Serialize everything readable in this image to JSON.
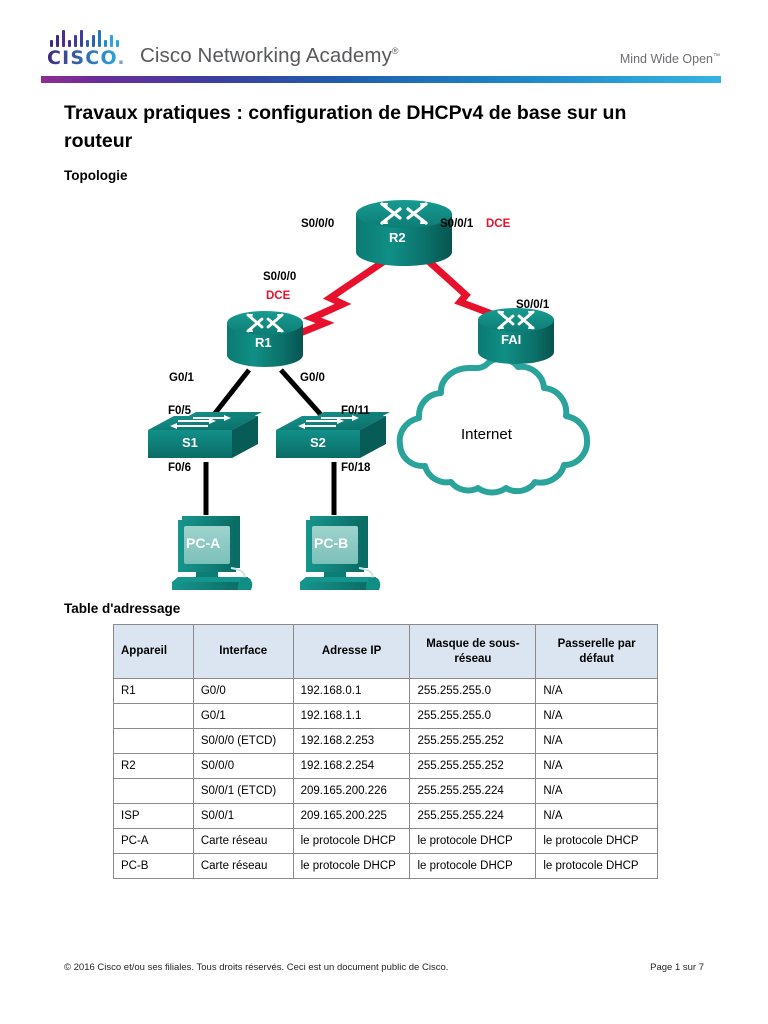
{
  "header": {
    "brand": "CISCO",
    "brand_dot": ".",
    "academy": "Cisco Networking Academy",
    "academy_mark": "®",
    "tagline": "Mind Wide Open",
    "tagline_mark": "™",
    "logo_bar_colors": [
      "#3f2a7e",
      "#4a2d8c",
      "#3a3f9e",
      "#2f62ad",
      "#2478bd",
      "#1f8fcf",
      "#2aa4dc"
    ],
    "gradient_start": "#8f2d91",
    "gradient_end": "#35b3e3"
  },
  "document": {
    "title": "Travaux pratiques : configuration de DHCPv4 de base sur un routeur",
    "topology_heading": "Topologie",
    "table_heading": "Table d'adressage"
  },
  "topology": {
    "devices": {
      "r2": "R2",
      "r1": "R1",
      "isp": "FAI",
      "s1": "S1",
      "s2": "S2",
      "pc_a": "PC-A",
      "pc_b": "PC-B",
      "cloud": "Internet"
    },
    "labels": {
      "r2_left_port": "S0/0/0",
      "r2_right_port": "S0/0/1",
      "r2_right_dce": "DCE",
      "r1_serial_port": "S0/0/0",
      "r1_serial_dce": "DCE",
      "isp_port": "S0/0/1",
      "r1_g01": "G0/1",
      "r1_g00": "G0/0",
      "s1_uplink": "F0/5",
      "s2_uplink": "F0/11",
      "s1_downlink": "F0/6",
      "s2_downlink": "F0/18"
    },
    "colors": {
      "device_teal": "#0f8e86",
      "device_teal_dark": "#046a63",
      "serial_link_red": "#e8112d",
      "ethernet_link_black": "#000000",
      "cloud_outline": "#2aa39b",
      "dce_red": "#e8112d"
    }
  },
  "address_table": {
    "columns": [
      "Appareil",
      "Interface",
      "Adresse IP",
      "Masque de sous-réseau",
      "Passerelle par défaut"
    ],
    "header_bg": "#dbe5f1",
    "rows": [
      [
        "R1",
        "G0/0",
        "192.168.0.1",
        "255.255.255.0",
        "N/A"
      ],
      [
        "",
        "G0/1",
        "192.168.1.1",
        "255.255.255.0",
        "N/A"
      ],
      [
        "",
        "S0/0/0 (ETCD)",
        "192.168.2.253",
        "255.255.255.252",
        "N/A"
      ],
      [
        "R2",
        "S0/0/0",
        "192.168.2.254",
        "255.255.255.252",
        "N/A"
      ],
      [
        "",
        "S0/0/1 (ETCD)",
        "209.165.200.226",
        "255.255.255.224",
        "N/A"
      ],
      [
        "ISP",
        "S0/0/1",
        "209.165.200.225",
        "255.255.255.224",
        "N/A"
      ],
      [
        "PC-A",
        "Carte réseau",
        "le protocole DHCP",
        "le protocole DHCP",
        "le protocole DHCP"
      ],
      [
        "PC-B",
        "Carte réseau",
        "le protocole DHCP",
        "le protocole DHCP",
        "le protocole DHCP"
      ]
    ]
  },
  "footer": {
    "copyright": "© 2016 Cisco et/ou ses filiales. Tous droits réservés. Ceci est un document public de Cisco.",
    "page": "Page 1 sur 7"
  }
}
